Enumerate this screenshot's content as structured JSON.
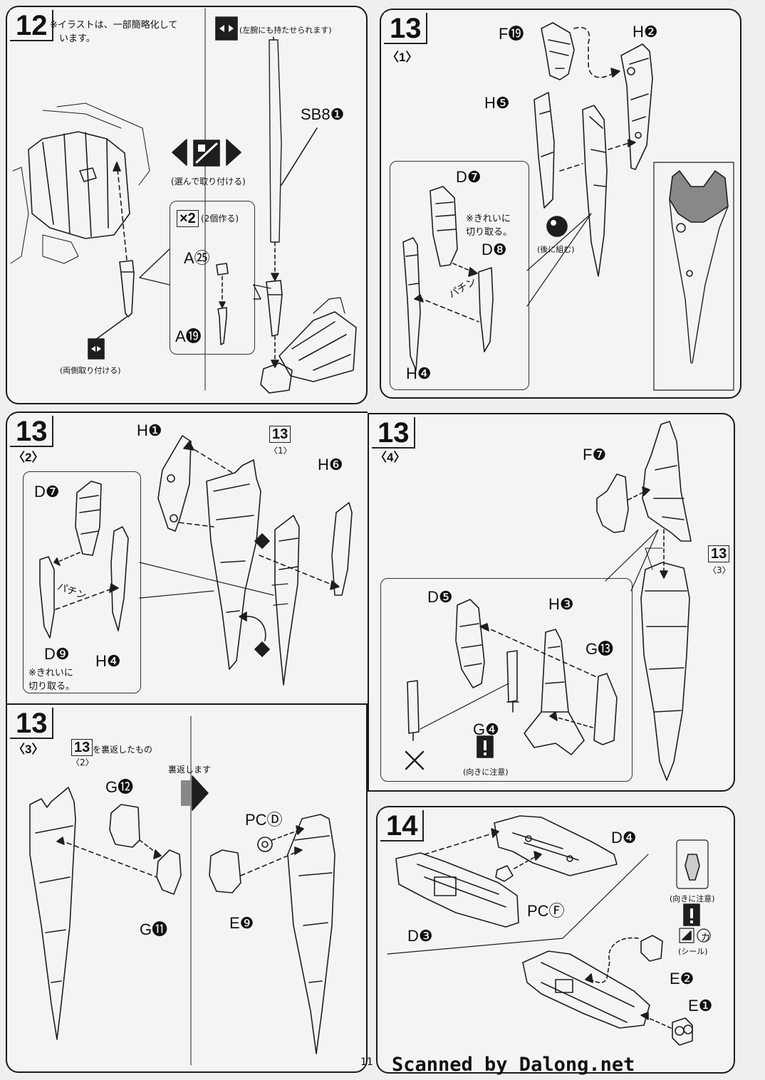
{
  "page_number": "11",
  "watermark": "Scanned by Dalong.net",
  "step12": {
    "number": "12",
    "note_simplified": "※イラストは、一部簡略化して\n　います。",
    "note_left_arm": "(左腕にも持たせられます)",
    "note_choose": "(選んで取り付ける)",
    "times": "×2",
    "times_note": "(2個作る)",
    "note_both_sides": "(両側取り付ける)",
    "parts": [
      "SB8❶",
      "A㉕",
      "A⓳"
    ]
  },
  "step13_1": {
    "number": "13",
    "sub": "〈1〉",
    "parts": [
      "F⓳",
      "H❷",
      "H❺",
      "D❼",
      "D❽",
      "H❹"
    ],
    "note_clean_cut": "※きれいに\n切り取る。",
    "note_later": "(後に組む)",
    "snap": "パチン"
  },
  "step13_2": {
    "number": "13",
    "sub": "〈2〉",
    "ref": "13",
    "ref_sub": "〈1〉",
    "parts": [
      "H❶",
      "H❻",
      "D❼",
      "D❾",
      "H❹"
    ],
    "note_clean_cut": "※きれいに\n切り取る。",
    "snap": "パチン"
  },
  "step13_3": {
    "number": "13",
    "sub": "〈3〉",
    "ref": "13",
    "ref_sub": "〈2〉",
    "ref_note": "を裏返したもの",
    "turn_note": "裏返します",
    "parts": [
      "G⓬",
      "G⓫",
      "PCⒹ",
      "E❾"
    ]
  },
  "step13_4": {
    "number": "13",
    "sub": "〈4〉",
    "ref": "13",
    "ref_sub": "〈3〉",
    "parts": [
      "F❼",
      "D❺",
      "H❸",
      "G⓭",
      "G❹"
    ],
    "note_direction": "(向きに注意)"
  },
  "step14": {
    "number": "14",
    "parts": [
      "D❹",
      "PCⒻ",
      "D❸",
      "E❷",
      "E❶"
    ],
    "note_direction": "(向きに注意)",
    "sticker_code": "カ",
    "sticker_note": "(シール)"
  }
}
